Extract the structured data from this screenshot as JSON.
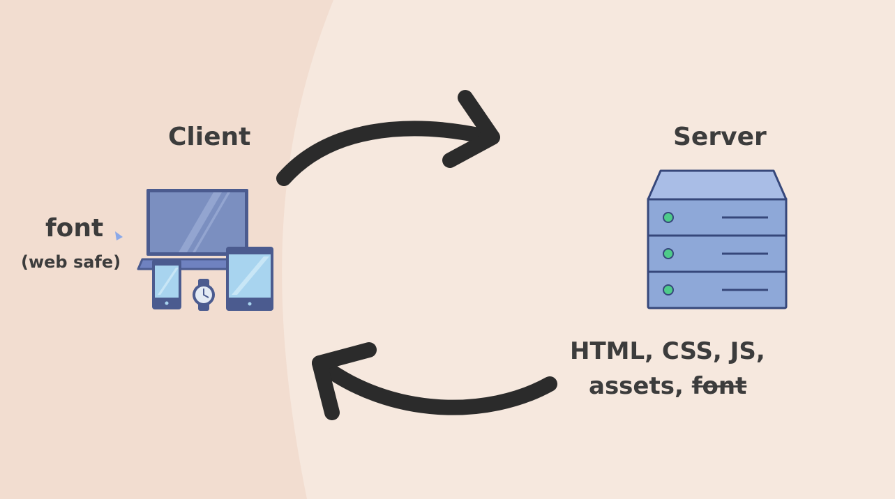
{
  "diagram": {
    "client_label": "Client",
    "server_label": "Server",
    "client_font": "font",
    "client_font_note": "(web safe)",
    "server_response": {
      "line1": "HTML, CSS, JS,",
      "line2_prefix": "assets, ",
      "line2_struck": "font"
    }
  },
  "colors": {
    "background_left": "#f2ddd0",
    "background_right": "#f6e8de",
    "arrow": "#2b2b2b",
    "device_frame": "#4b5b8f",
    "device_screen": "#7b8fc0",
    "server_body": "#8ea8d8",
    "server_led": "#4ecb8a"
  },
  "icons": {
    "client": "devices-icon",
    "server": "server-icon"
  }
}
